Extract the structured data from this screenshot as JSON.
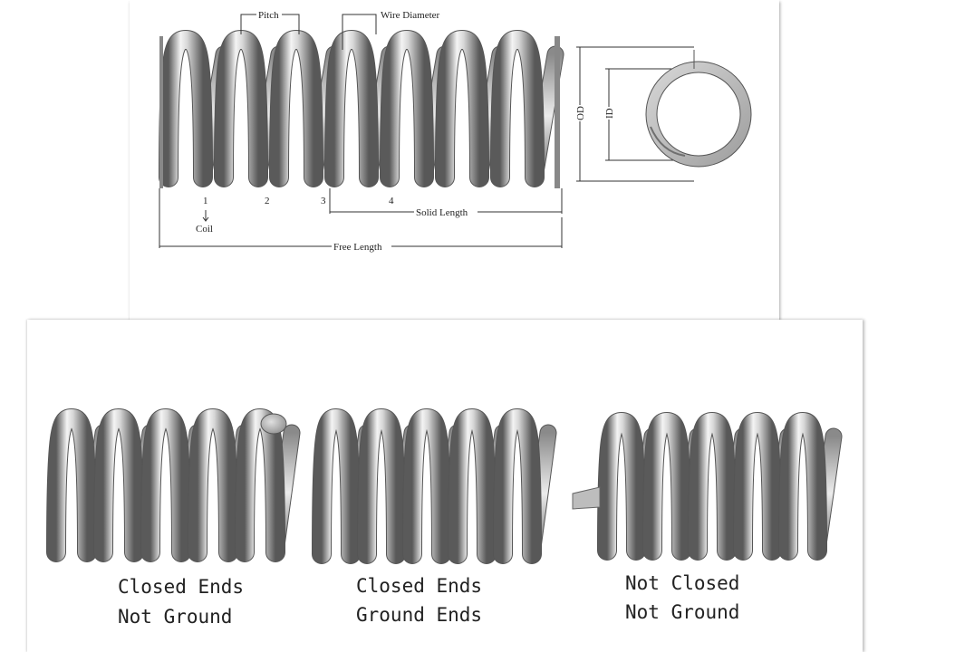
{
  "diagram": {
    "labels": {
      "pitch": "Pitch",
      "wire_diameter": "Wire Diameter",
      "coil_numbers": [
        "1",
        "2",
        "3",
        "4"
      ],
      "coil": "Coil",
      "solid_length": "Solid Length",
      "free_length": "Free Length",
      "od": "OD",
      "id": "ID"
    },
    "end_types": [
      {
        "line1": "Closed Ends",
        "line2": "Not Ground"
      },
      {
        "line1": "Closed Ends",
        "line2": "Ground Ends"
      },
      {
        "line1": "Not Closed",
        "line2": "Not Ground"
      }
    ],
    "colors": {
      "spring_light": "#f2f2f2",
      "spring_dark": "#5f5f5f",
      "ring_face": "#b9b9b9"
    }
  }
}
